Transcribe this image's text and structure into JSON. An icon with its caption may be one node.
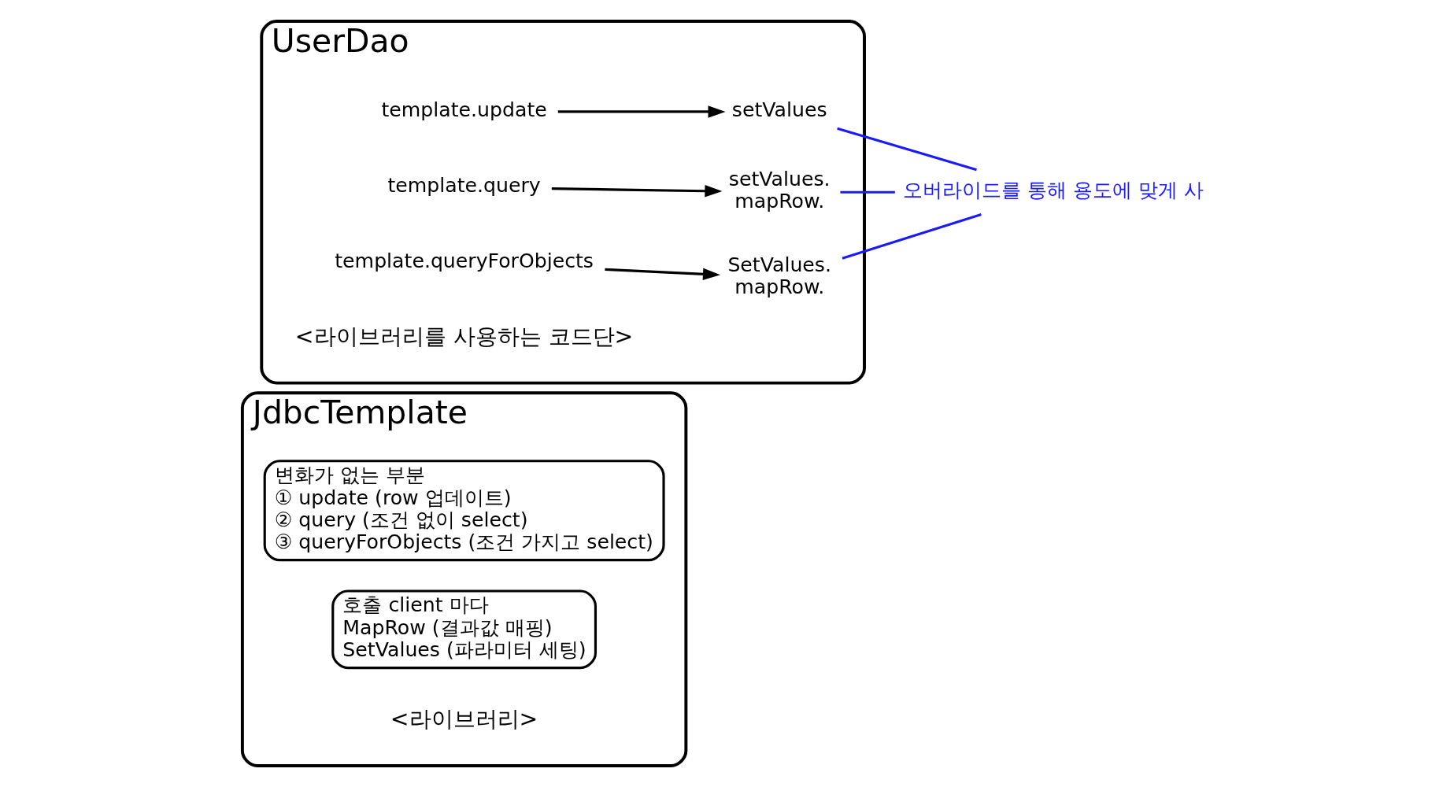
{
  "diagram": {
    "nodes": [
      {
        "text": [
          "JdbcTemplate"
        ],
        "beside": [
          "<라이브러리>"
        ]
      },
      {
        "text": [
          "변화가 없는 부분",
          "① update (row 업데이트)",
          "② query (조건 없이 select)",
          "③ queryForObjects (조건 가지고 select)"
        ],
        "in": 0
      },
      {
        "text": [
          "호출 client 마다",
          "MapRow (결과값 매핑)",
          "SetValues (파라미터 세팅)"
        ],
        "in": 0
      },
      {
        "text": [
          "UserDao"
        ],
        "beside": [
          "<라이브러리를 사용하는 코드단>"
        ]
      },
      {
        "text": [
          "template.update"
        ],
        "in": 3
      },
      {
        "text": [
          "setValues"
        ],
        "in": 3
      },
      {
        "text": [
          "template.query"
        ],
        "in": 3
      },
      {
        "text": [
          "setValues.",
          "mapRow."
        ],
        "in": 3
      },
      {
        "text": [
          "template.queryForObjects"
        ],
        "in": 3
      },
      {
        "text": [
          "SetValues.",
          "mapRow."
        ],
        "in": 3
      },
      {
        "text": [
          "오버라이드를 통해 용도에 맞게 사"
        ]
      }
    ],
    "edges": [
      {
        "from": 4,
        "to": 5,
        "arrow": "to"
      },
      {
        "from": 6,
        "to": 7,
        "arrow": "to"
      },
      {
        "from": 8,
        "to": 9,
        "arrow": "to"
      },
      {
        "from": 10,
        "to": 5,
        "arrow": "none",
        "color": "#1a1aff"
      },
      {
        "from": 10,
        "to": 7,
        "arrow": "none",
        "color": "#1a1aff"
      },
      {
        "from": 10,
        "to": 9,
        "arrow": "none",
        "color": "#1a1aff"
      }
    ]
  }
}
